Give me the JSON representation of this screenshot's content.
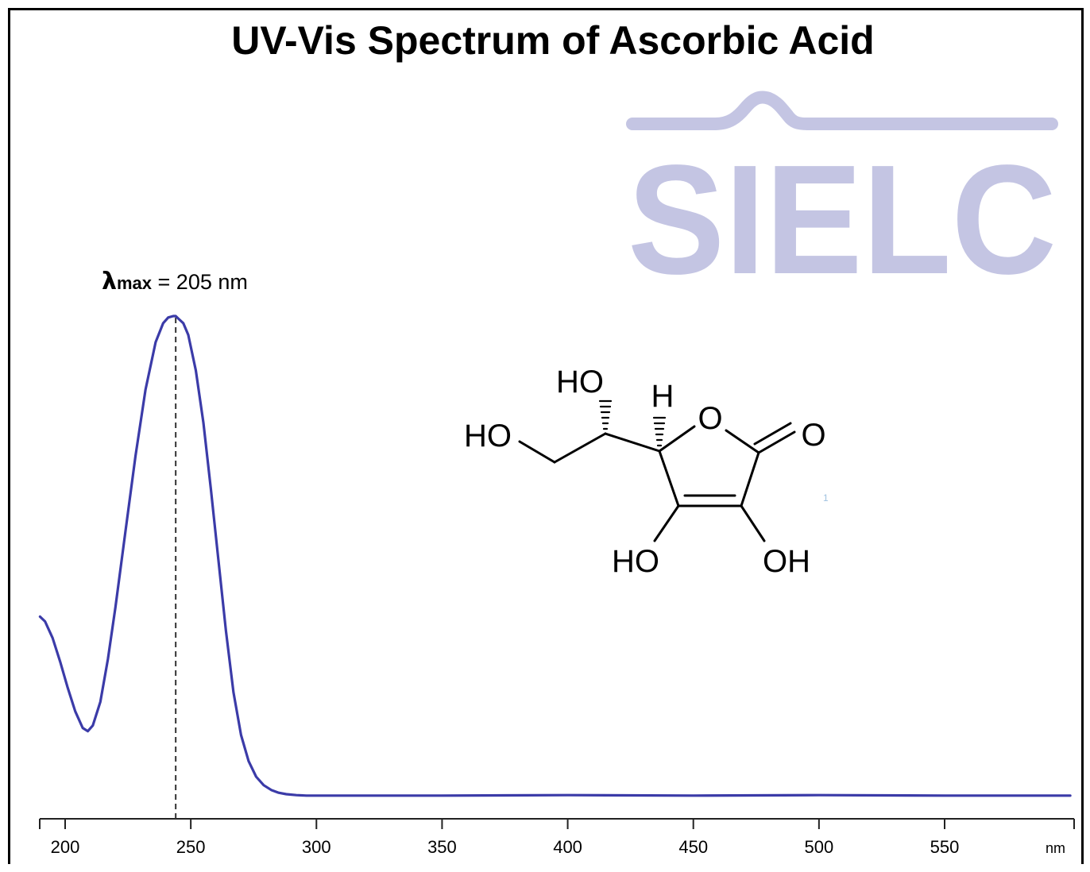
{
  "chart_data": {
    "type": "line",
    "title": "UV-Vis Spectrum of Ascorbic Acid",
    "xlabel": "",
    "ylabel": "",
    "x_unit": "nm",
    "xlim": [
      190,
      600
    ],
    "ylim": [
      0,
      1
    ],
    "x_ticks": [
      200,
      250,
      300,
      350,
      400,
      450,
      500,
      550
    ],
    "grid": false,
    "annotation": {
      "symbol": "λ",
      "subscript": "max",
      "text": " = 205 nm",
      "x": 244
    },
    "series": [
      {
        "color": "#3b3ba8",
        "x": [
          190,
          192,
          195,
          198,
          201,
          204,
          207,
          209,
          211,
          214,
          217,
          220,
          224,
          228,
          232,
          236,
          239,
          241,
          243,
          244,
          245,
          247,
          249,
          252,
          255,
          258,
          261,
          264,
          267,
          270,
          273,
          276,
          279,
          282,
          285,
          288,
          292,
          296,
          300,
          320,
          350,
          400,
          450,
          500,
          550,
          600
        ],
        "y": [
          0.38,
          0.37,
          0.335,
          0.285,
          0.23,
          0.18,
          0.145,
          0.138,
          0.15,
          0.2,
          0.29,
          0.4,
          0.56,
          0.72,
          0.86,
          0.96,
          1.0,
          1.012,
          1.015,
          1.015,
          1.01,
          1.0,
          0.975,
          0.9,
          0.79,
          0.65,
          0.5,
          0.35,
          0.22,
          0.13,
          0.075,
          0.042,
          0.024,
          0.014,
          0.008,
          0.005,
          0.003,
          0.002,
          0.002,
          0.002,
          0.002,
          0.003,
          0.002,
          0.003,
          0.002,
          0.002
        ]
      }
    ]
  },
  "logo": {
    "text": "SIELC",
    "color": "#c4c5e3"
  },
  "structure": {
    "labels": [
      "HO",
      "HO",
      "H",
      "O",
      "O",
      "HO",
      "OH"
    ]
  },
  "stray_mark": "1"
}
